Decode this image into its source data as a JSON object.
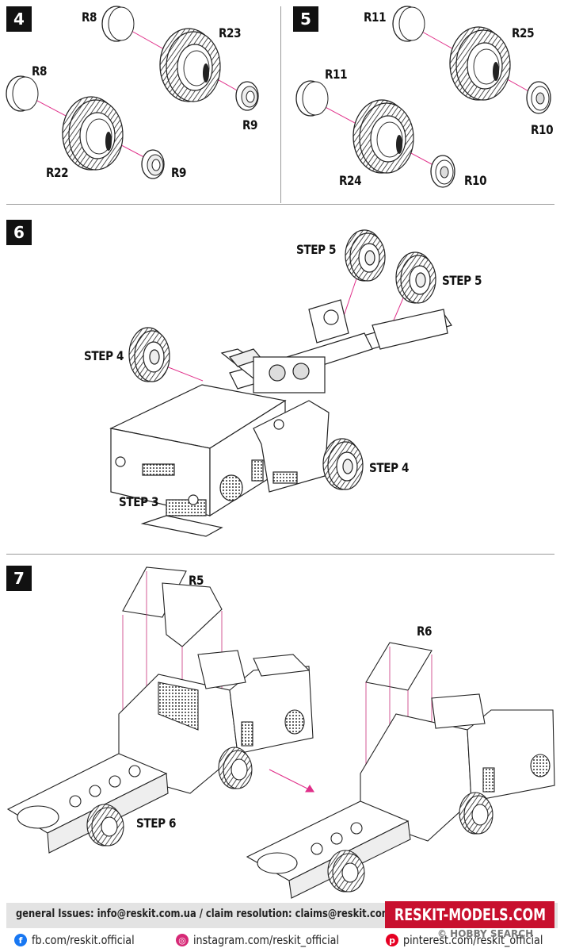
{
  "steps": [
    {
      "number": "4"
    },
    {
      "number": "5"
    },
    {
      "number": "6"
    },
    {
      "number": "7"
    }
  ],
  "step4": {
    "labels": {
      "r8_top": "R8",
      "r23": "R23",
      "r9_right": "R9",
      "r8_left": "R8",
      "r22": "R22",
      "r9_bottom": "R9"
    }
  },
  "step5": {
    "labels": {
      "r11_top": "R11",
      "r25": "R25",
      "r10_right": "R10",
      "r11_left": "R11",
      "r24": "R24",
      "r10_bottom": "R10"
    }
  },
  "step6": {
    "labels": {
      "step5_a": "STEP 5",
      "step5_b": "STEP 5",
      "step4_a": "STEP 4",
      "step4_b": "STEP 4",
      "step3": "STEP 3"
    }
  },
  "step7": {
    "labels": {
      "r5": "R5",
      "r6": "R6",
      "step6": "STEP 6"
    }
  },
  "footer": {
    "contact": "general Issues: info@reskit.com.ua / claim resolution: claims@reskit.com.ua",
    "brand": "RESKIT-MODELS.COM",
    "facebook": "fb.com/reskit.official",
    "instagram": "instagram.com/reskit_official",
    "pinterest": "pinterest.com/reskit_official",
    "watermark": "© HOBBY SEARCH"
  },
  "colors": {
    "accent": "#c8102e",
    "leader": "#e0308a",
    "ink": "#111111"
  }
}
